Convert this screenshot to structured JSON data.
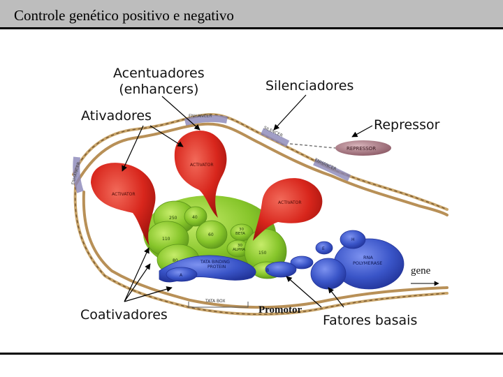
{
  "title": "Controle genético positivo e negativo",
  "labels": {
    "enhancers": "Acentuadores\n(enhancers)",
    "silencers": "Silenciadores",
    "activators": "Ativadores",
    "repressor": "Repressor",
    "coactivators": "Coativadores",
    "promoter": "Promotor",
    "basal_factors": "Fatores basais",
    "gene": "gene"
  },
  "inner_labels": {
    "enhancer_top": "ENHANCER",
    "enhancer_left": "ENHANCER",
    "enhancer_right": "ENHANCER",
    "silencer": "SILENCER",
    "repressor": "REPRESSOR",
    "activator": "ACTIVATOR",
    "tata_binding": "TATA BINDING\nPROTEIN",
    "tata_box": "TATA BOX",
    "rna_polymerase": "RNA\nPOLYMERASE",
    "coact_250": "250",
    "coact_40": "40",
    "coact_60": "60",
    "coact_110": "110",
    "coact_80": "80",
    "coact_30beta": "30\nBETA",
    "coact_30alpha": "30\nALPHA",
    "coact_150": "150",
    "f_a": "A",
    "f_b": "B",
    "f_e": "E",
    "f_h": "H"
  },
  "colors": {
    "activator": "#d8261c",
    "coactivator": "#86c52a",
    "basal": "#3a55c8",
    "dna": "#c9a56a",
    "enhancer": "#8a86b8",
    "repressor": "#9c6a74"
  }
}
